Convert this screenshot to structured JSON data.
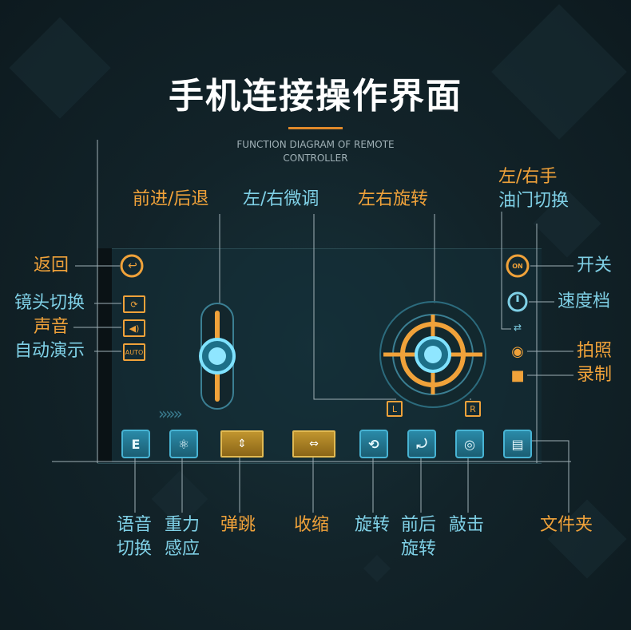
{
  "title": "手机连接操作界面",
  "subtitle_line1": "FUNCTION DIAGRAM OF REMOTE",
  "subtitle_line2": "CONTROLLER",
  "labels": {
    "forward_back": "前进/后退",
    "fine_tune": "左/右微调",
    "rotate_lr": "左右旋转",
    "throttle_line1": "左/右手",
    "throttle_line2": "油门切换",
    "back": "返回",
    "lens_switch": "镜头切换",
    "sound": "声音",
    "auto_demo": "自动演示",
    "power": "开关",
    "speed": "速度档",
    "photo": "拍照",
    "record": "录制",
    "voice_line1": "语音",
    "voice_line2": "切换",
    "gravity_line1": "重力",
    "gravity_line2": "感应",
    "bounce": "弹跳",
    "shrink": "收缩",
    "spin": "旋转",
    "fb_line1": "前后",
    "fb_line2": "旋转",
    "knock": "敲击",
    "folder": "文件夹"
  },
  "icons": {
    "voice_letter": "E",
    "auto_text": "AUTO",
    "on_text": "ON",
    "left_marker": "L",
    "right_marker": "R",
    "chevrons": "»»»"
  },
  "colors": {
    "orange": "#f0a23a",
    "cyan": "#7fd0e6",
    "accent": "#e0892a"
  }
}
